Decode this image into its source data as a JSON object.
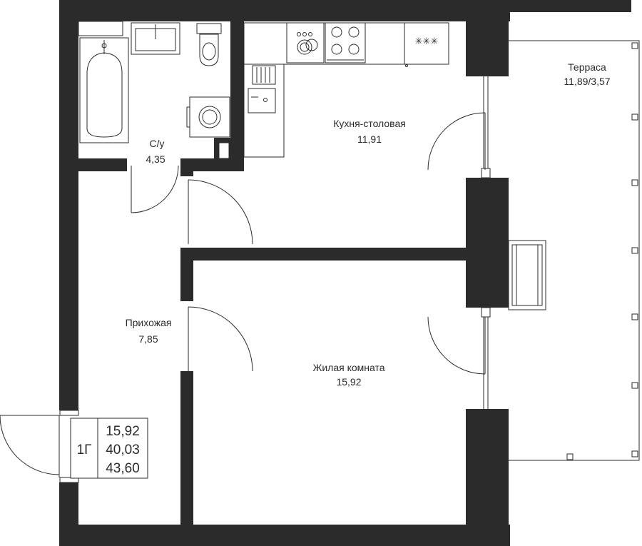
{
  "colors": {
    "wall": "#2b2b2b",
    "background": "#ffffff"
  },
  "rooms": {
    "bathroom": {
      "name": "С/у",
      "area": "4,35"
    },
    "kitchen": {
      "name": "Кухня-столовая",
      "area": "11,91"
    },
    "terrace": {
      "name": "Терраса",
      "area": "11,89/3,57"
    },
    "hallway": {
      "name": "Прихожая",
      "area": "7,85"
    },
    "living": {
      "name": "Жилая комната",
      "area": "15,92"
    }
  },
  "summary": {
    "type": "1Г",
    "living_area": "15,92",
    "total_area": "40,03",
    "total_with_terrace": "43,60"
  },
  "icons": [
    "bathtub-icon",
    "sink-icon",
    "toilet-icon",
    "washing-machine-icon",
    "dishwasher-icon",
    "hob-icon",
    "oven-icon",
    "kitchen-sink-icon",
    "radiator-icon"
  ]
}
